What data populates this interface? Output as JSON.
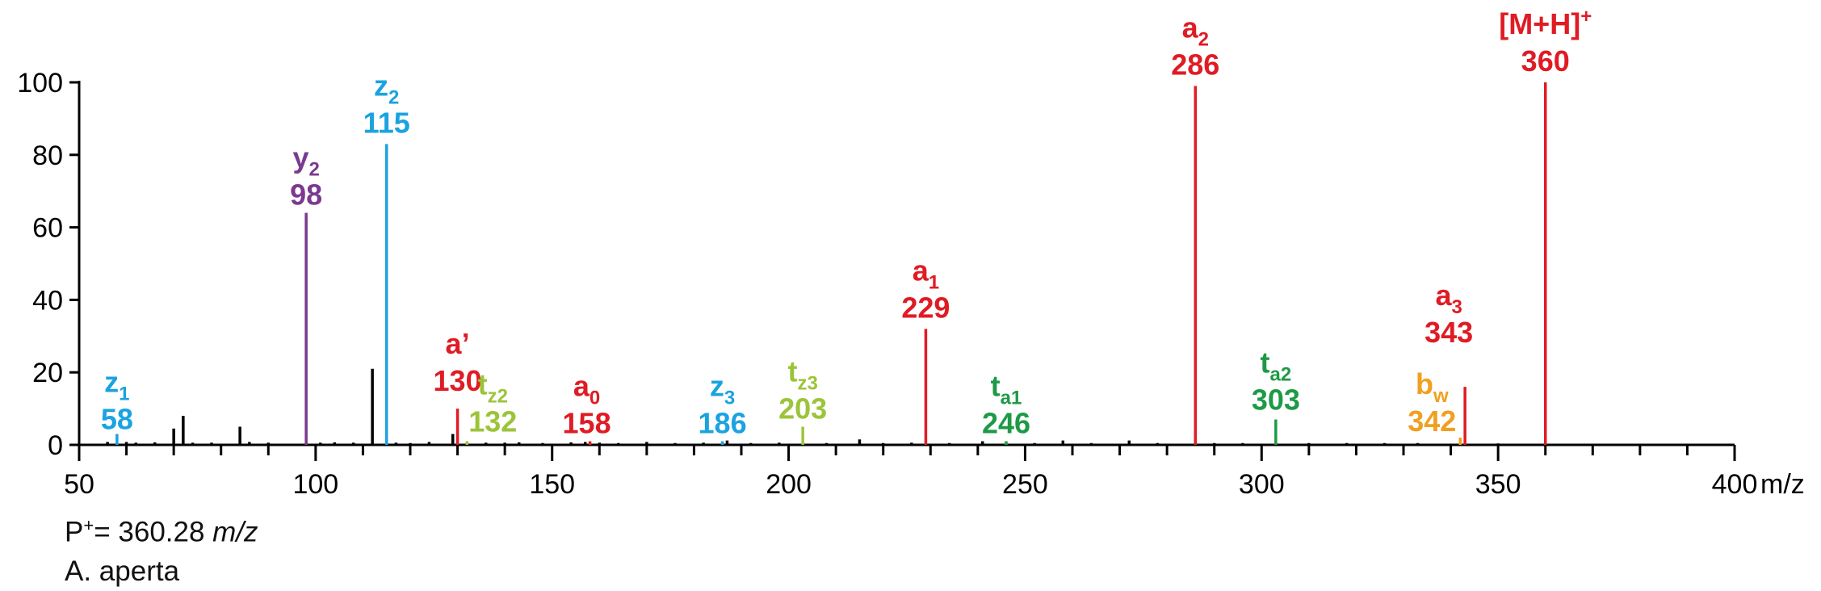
{
  "chart_data": {
    "type": "bar",
    "xlim": [
      50,
      400
    ],
    "ylim": [
      0,
      100
    ],
    "x_ticks": [
      50,
      100,
      150,
      200,
      250,
      300,
      350,
      400
    ],
    "x_tick_labels": [
      "50",
      "100",
      "150",
      "200",
      "250",
      "300",
      "350",
      "400"
    ],
    "x_unit": "m/z",
    "y_ticks": [
      0,
      20,
      40,
      60,
      80,
      100
    ],
    "y_tick_labels": [
      "0",
      "20",
      "40",
      "60",
      "80",
      "100"
    ],
    "colors": {
      "red": "#e01b24",
      "blue": "#1aa3e0",
      "purple": "#7b3a8f",
      "lime": "#9cc43a",
      "green": "#1e9a46",
      "orange": "#f0a020",
      "black": "#000000"
    },
    "labeled_peaks": [
      {
        "mz": 58,
        "intensity": 3,
        "color": "blue",
        "ion": "z",
        "sub": "1",
        "value": "58"
      },
      {
        "mz": 98,
        "intensity": 64,
        "color": "purple",
        "ion": "y",
        "sub": "2",
        "value": "98"
      },
      {
        "mz": 115,
        "intensity": 83,
        "color": "blue",
        "ion": "z",
        "sub": "2",
        "value": "115"
      },
      {
        "mz": 130,
        "intensity": 10,
        "color": "red",
        "ion": "a’",
        "sub": "",
        "value": "130"
      },
      {
        "mz": 132,
        "intensity": 1,
        "color": "lime",
        "ion": "t",
        "sub": "z2",
        "value": "132"
      },
      {
        "mz": 158,
        "intensity": 1,
        "color": "red",
        "ion": "a",
        "sub": "0",
        "value": "158"
      },
      {
        "mz": 186,
        "intensity": 1,
        "color": "blue",
        "ion": "z",
        "sub": "3",
        "value": "186"
      },
      {
        "mz": 203,
        "intensity": 5,
        "color": "lime",
        "ion": "t",
        "sub": "z3",
        "value": "203"
      },
      {
        "mz": 229,
        "intensity": 32,
        "color": "red",
        "ion": "a",
        "sub": "1",
        "value": "229"
      },
      {
        "mz": 246,
        "intensity": 1,
        "color": "green",
        "ion": "t",
        "sub": "a1",
        "value": "246"
      },
      {
        "mz": 286,
        "intensity": 99,
        "color": "red",
        "ion": "a",
        "sub": "2",
        "value": "286"
      },
      {
        "mz": 303,
        "intensity": 7,
        "color": "green",
        "ion": "t",
        "sub": "a2",
        "value": "303"
      },
      {
        "mz": 342,
        "intensity": 2,
        "color": "orange",
        "ion": "b",
        "sub": "w",
        "value": "342"
      },
      {
        "mz": 343,
        "intensity": 16,
        "color": "red",
        "ion": "a",
        "sub": "3",
        "value": "343"
      },
      {
        "mz": 360,
        "intensity": 100,
        "color": "red",
        "ion": "[M+H]",
        "sup": "+",
        "value": "360"
      }
    ],
    "unlabeled_peaks": [
      {
        "mz": 70,
        "intensity": 4.5
      },
      {
        "mz": 72,
        "intensity": 8
      },
      {
        "mz": 84,
        "intensity": 5
      },
      {
        "mz": 112,
        "intensity": 21
      },
      {
        "mz": 129,
        "intensity": 3
      },
      {
        "mz": 56,
        "intensity": 0.8
      },
      {
        "mz": 60,
        "intensity": 0.8
      },
      {
        "mz": 62,
        "intensity": 0.6
      },
      {
        "mz": 66,
        "intensity": 0.7
      },
      {
        "mz": 74,
        "intensity": 0.6
      },
      {
        "mz": 78,
        "intensity": 0.6
      },
      {
        "mz": 86,
        "intensity": 0.8
      },
      {
        "mz": 90,
        "intensity": 0.6
      },
      {
        "mz": 101,
        "intensity": 0.6
      },
      {
        "mz": 104,
        "intensity": 0.7
      },
      {
        "mz": 108,
        "intensity": 0.6
      },
      {
        "mz": 117,
        "intensity": 0.6
      },
      {
        "mz": 120,
        "intensity": 0.5
      },
      {
        "mz": 124,
        "intensity": 0.8
      },
      {
        "mz": 136,
        "intensity": 0.6
      },
      {
        "mz": 140,
        "intensity": 0.6
      },
      {
        "mz": 143,
        "intensity": 0.7
      },
      {
        "mz": 148,
        "intensity": 0.5
      },
      {
        "mz": 154,
        "intensity": 0.7
      },
      {
        "mz": 157,
        "intensity": 0.8
      },
      {
        "mz": 160,
        "intensity": 0.6
      },
      {
        "mz": 164,
        "intensity": 0.5
      },
      {
        "mz": 170,
        "intensity": 0.8
      },
      {
        "mz": 176,
        "intensity": 0.5
      },
      {
        "mz": 182,
        "intensity": 0.6
      },
      {
        "mz": 187,
        "intensity": 1.2
      },
      {
        "mz": 192,
        "intensity": 0.5
      },
      {
        "mz": 198,
        "intensity": 0.6
      },
      {
        "mz": 208,
        "intensity": 0.5
      },
      {
        "mz": 215,
        "intensity": 1.5
      },
      {
        "mz": 220,
        "intensity": 0.5
      },
      {
        "mz": 226,
        "intensity": 0.6
      },
      {
        "mz": 234,
        "intensity": 0.5
      },
      {
        "mz": 241,
        "intensity": 1
      },
      {
        "mz": 252,
        "intensity": 0.5
      },
      {
        "mz": 258,
        "intensity": 1.2
      },
      {
        "mz": 264,
        "intensity": 0.5
      },
      {
        "mz": 272,
        "intensity": 1.2
      },
      {
        "mz": 278,
        "intensity": 0.5
      },
      {
        "mz": 290,
        "intensity": 0.5
      },
      {
        "mz": 296,
        "intensity": 0.5
      },
      {
        "mz": 310,
        "intensity": 0.5
      },
      {
        "mz": 318,
        "intensity": 0.5
      },
      {
        "mz": 326,
        "intensity": 0.5
      },
      {
        "mz": 333,
        "intensity": 0.5
      },
      {
        "mz": 350,
        "intensity": 0.4
      },
      {
        "mz": 368,
        "intensity": 0.3
      },
      {
        "mz": 377,
        "intensity": 0.3
      },
      {
        "mz": 388,
        "intensity": 0.3
      }
    ]
  },
  "caption": {
    "line1_prefix": "P",
    "line1_sup": "+",
    "line1_value": "= 360.28 ",
    "line1_unit": "m/z",
    "line2": "A. aperta"
  }
}
